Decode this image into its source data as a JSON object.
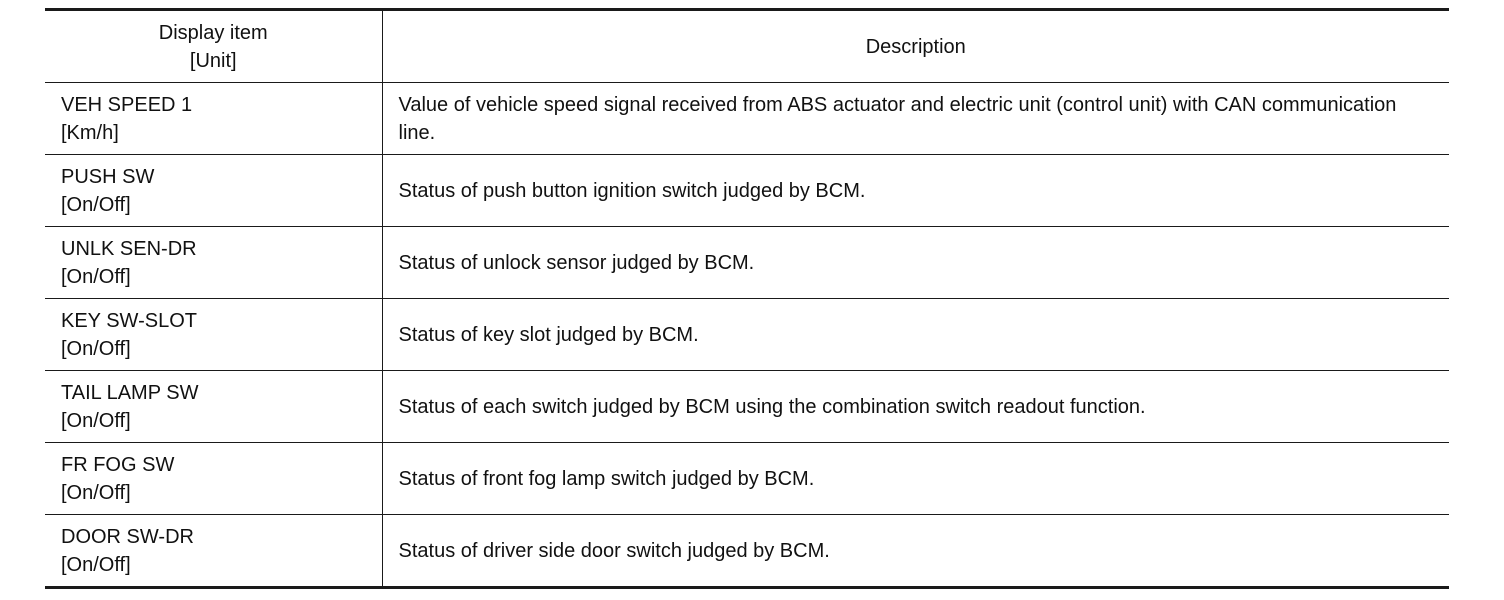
{
  "table": {
    "headers": {
      "item_line1": "Display item",
      "item_line2": "[Unit]",
      "description": "Description"
    },
    "rows": [
      {
        "item": "VEH SPEED 1",
        "unit": "[Km/h]",
        "description": "Value of vehicle speed signal received from ABS actuator and electric unit (control unit) with CAN communication line."
      },
      {
        "item": "PUSH SW",
        "unit": "[On/Off]",
        "description": "Status of push button ignition switch judged by BCM."
      },
      {
        "item": "UNLK SEN-DR",
        "unit": "[On/Off]",
        "description": "Status of unlock sensor judged by BCM."
      },
      {
        "item": "KEY SW-SLOT",
        "unit": "[On/Off]",
        "description": "Status of key slot judged by BCM."
      },
      {
        "item": "TAIL LAMP SW",
        "unit": "[On/Off]",
        "description": "Status of each switch judged by BCM using the combination switch readout function."
      },
      {
        "item": "FR FOG SW",
        "unit": "[On/Off]",
        "description": "Status of front fog lamp switch judged by BCM."
      },
      {
        "item": "DOOR SW-DR",
        "unit": "[On/Off]",
        "description": "Status of driver side door switch judged by BCM."
      }
    ]
  }
}
